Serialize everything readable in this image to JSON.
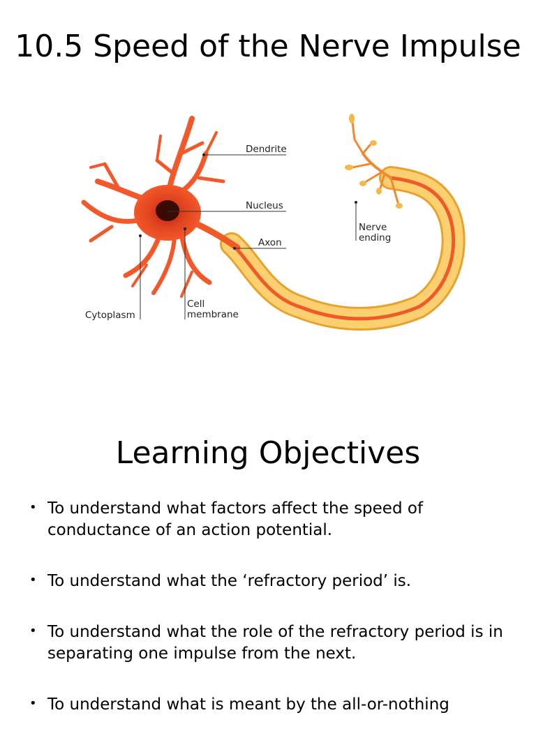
{
  "slide": {
    "title": "10.5 Speed of the Nerve Impulse"
  },
  "diagram": {
    "labels": {
      "dendrite": "Dendrite",
      "nucleus": "Nucleus",
      "axon": "Axon",
      "nerve_ending_line1": "Nerve",
      "nerve_ending_line2": "ending",
      "cytoplasm": "Cytoplasm",
      "cell_membrane_line1": "Cell",
      "cell_membrane_line2": "membrane"
    },
    "colors": {
      "cell_body": "#f2582a",
      "nucleus": "#3a0a05",
      "myelin": "#f8c04a",
      "axon_core": "#f05a28"
    }
  },
  "objectives": {
    "title": "Learning Objectives",
    "bullet": "•",
    "items": [
      "To understand what factors affect the speed of conductance of an action potential.",
      "To understand what the ‘refractory period’ is.",
      "To understand what the role of the refractory period is in separating one impulse from the next.",
      "To understand what is meant by the all-or-nothing"
    ]
  }
}
